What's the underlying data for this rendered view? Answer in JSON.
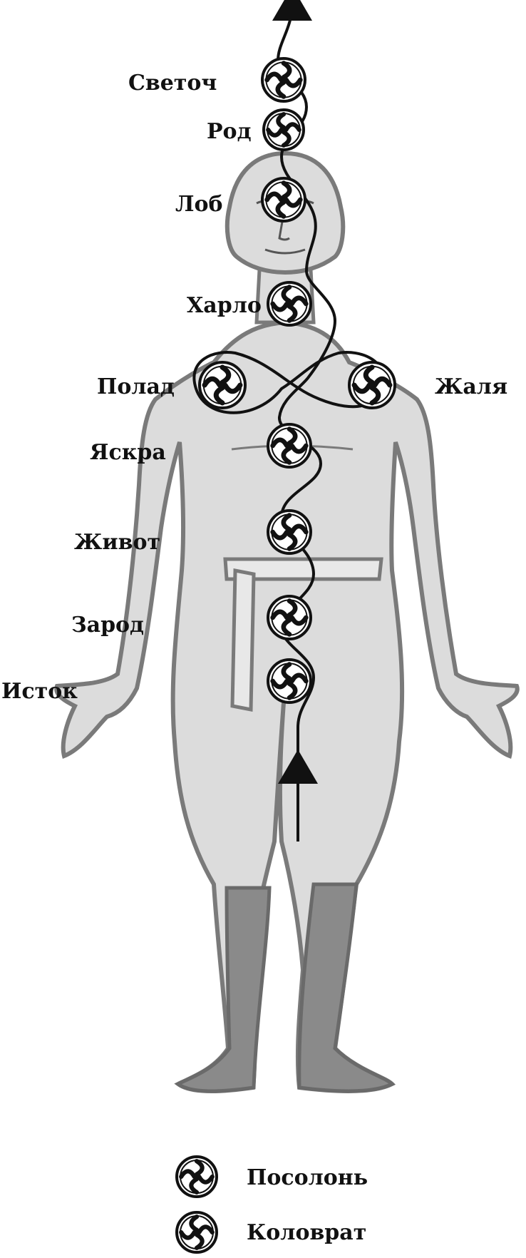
{
  "colors": {
    "body_fill": "#dcdcdc",
    "body_stroke": "#7a7a7a",
    "boots": "#8a8a8a",
    "ink": "#111111"
  },
  "chakras": [
    {
      "label": "Светоч",
      "symbol": "posolon"
    },
    {
      "label": "Род",
      "symbol": "kolovrat"
    },
    {
      "label": "Лоб",
      "symbol": "posolon"
    },
    {
      "label": "Харло",
      "symbol": "kolovrat"
    },
    {
      "label": "Полад",
      "symbol": "posolon"
    },
    {
      "label": "Жаля",
      "symbol": "kolovrat"
    },
    {
      "label": "Яскра",
      "symbol": "posolon"
    },
    {
      "label": "Живот",
      "symbol": "kolovrat"
    },
    {
      "label": "Зарод",
      "symbol": "posolon"
    },
    {
      "label": "Исток",
      "symbol": "kolovrat"
    }
  ],
  "legend": [
    {
      "label": "Посолонь",
      "symbol": "posolon"
    },
    {
      "label": "Коловрат",
      "symbol": "kolovrat"
    }
  ]
}
